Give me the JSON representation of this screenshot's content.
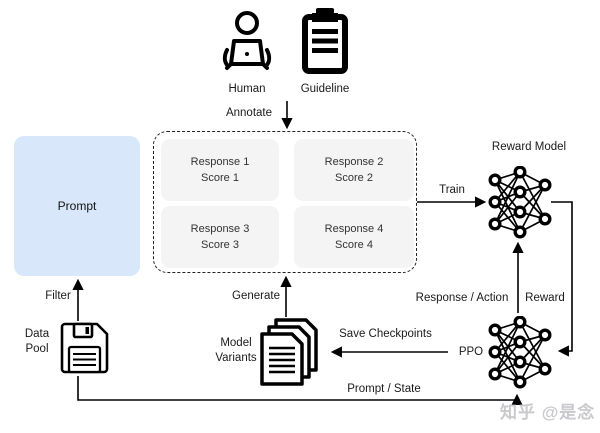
{
  "colors": {
    "prompt_fill": "#d9e7fb",
    "response_fill": "#f4f4f4",
    "line": "#000000",
    "text": "#1a1a1a",
    "watermark": "#c9c9ce"
  },
  "top": {
    "human_label": "Human",
    "guideline_label": "Guideline",
    "annotate_label": "Annotate"
  },
  "annotation_panel": {
    "responses": [
      {
        "line1": "Response 1",
        "line2": "Score 1"
      },
      {
        "line1": "Response 2",
        "line2": "Score 2"
      },
      {
        "line1": "Response 3",
        "line2": "Score 3"
      },
      {
        "line1": "Response 4",
        "line2": "Score 4"
      }
    ]
  },
  "left": {
    "prompt_label": "Prompt",
    "filter_label": "Filter",
    "data_pool_label": "Data Pool"
  },
  "bottom": {
    "generate_label": "Generate",
    "model_variants_label": "Model Variants",
    "save_checkpoints_label": "Save Checkpoints",
    "prompt_state_label": "Prompt / State"
  },
  "right": {
    "train_label": "Train",
    "reward_model_label": "Reward Model",
    "response_action_label": "Response / Action",
    "reward_label": "Reward",
    "ppo_label": "PPO"
  },
  "watermark": "知乎 @是念"
}
